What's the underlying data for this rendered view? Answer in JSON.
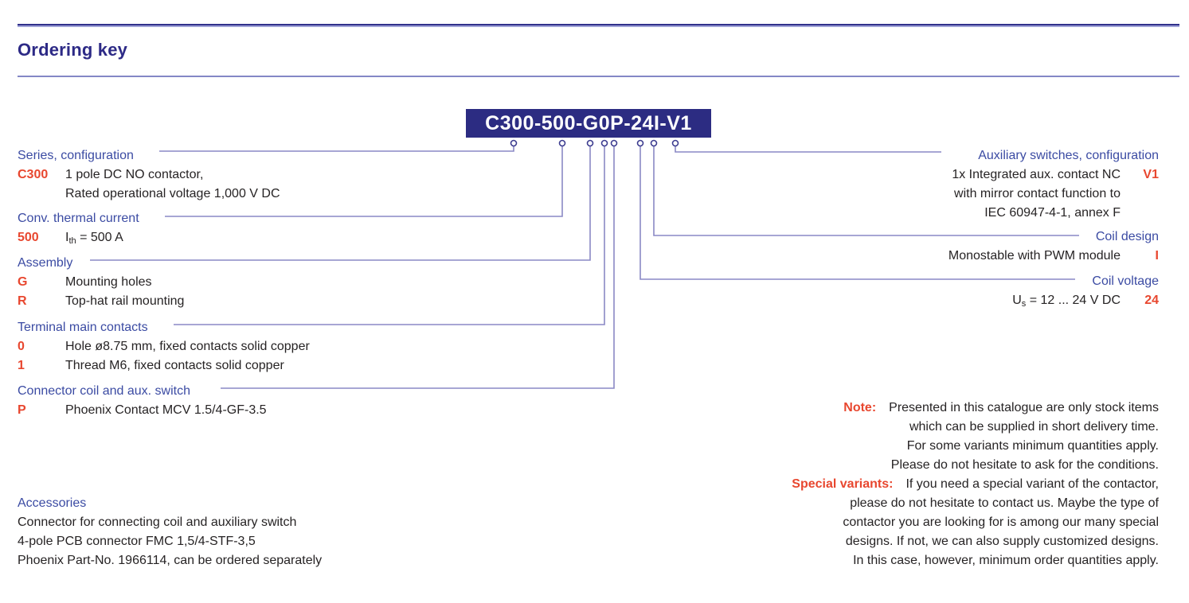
{
  "header": {
    "title": "Ordering key"
  },
  "code_box": {
    "value": "C300-500-G0P-24I-V1"
  },
  "colors": {
    "dark_indigo": "#2c2c82",
    "label_blue": "#3b4ba3",
    "accent_red": "#e8472f",
    "line_purple": "#8a89c5"
  },
  "left": {
    "series": {
      "label": "Series, configuration",
      "code": "C300",
      "line1": "1 pole DC NO contactor,",
      "line2": "Rated operational voltage 1,000 V DC"
    },
    "thermal": {
      "label": "Conv. thermal current",
      "code": "500",
      "value_pre": "I",
      "value_sub": "th",
      "value_post": " = 500 A"
    },
    "assembly": {
      "label": "Assembly",
      "rows": [
        {
          "code": "G",
          "desc": "Mounting holes"
        },
        {
          "code": "R",
          "desc": "Top-hat rail mounting"
        }
      ]
    },
    "terminal": {
      "label": "Terminal main contacts",
      "rows": [
        {
          "code": "0",
          "desc": "Hole ø8.75 mm, fixed contacts solid copper"
        },
        {
          "code": "1",
          "desc": "Thread M6, fixed contacts solid copper"
        }
      ]
    },
    "connector": {
      "label": "Connector coil and aux. switch",
      "rows": [
        {
          "code": "P",
          "desc": "Phoenix Contact MCV 1.5/4-GF-3.5"
        }
      ]
    },
    "accessories": {
      "label": "Accessories",
      "line1": "Connector for connecting coil and auxiliary switch",
      "line2": "4-pole PCB connector FMC 1,5/4-STF-3,5",
      "line3": "Phoenix Part-No. 1966114, can be ordered separately"
    }
  },
  "right": {
    "aux": {
      "label": "Auxiliary switches, configuration",
      "code": "V1",
      "line1": "1x Integrated aux. contact NC",
      "line2": "with mirror contact function to",
      "line3": "IEC 60947-4-1, annex F"
    },
    "coil_design": {
      "label": "Coil design",
      "code": "I",
      "desc": "Monostable with PWM module"
    },
    "coil_voltage": {
      "label": "Coil voltage",
      "code": "24",
      "desc_pre": "U",
      "desc_sub": "s",
      "desc_post": " = 12 ... 24 V DC"
    }
  },
  "notes": {
    "note_label": "Note:",
    "note_line1": "Presented in this catalogue are only stock items",
    "note_line2": "which can be supplied in short delivery time.",
    "note_line3": "For some variants minimum quantities apply.",
    "note_line4": "Please do not hesitate to ask for the conditions.",
    "special_label": "Special variants:",
    "special_line1": "If you need a special variant of the contactor,",
    "special_line2": "please do not hesitate to contact us. Maybe the type of",
    "special_line3": "contactor you are looking for is among our many special",
    "special_line4": "designs. If not, we can also supply customized designs.",
    "special_line5": "In this case, however, minimum order quantities apply."
  }
}
